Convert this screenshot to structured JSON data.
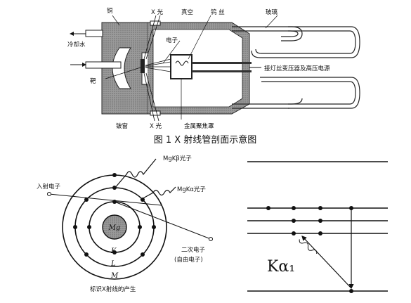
{
  "tube": {
    "label_copper": "铜",
    "label_xray_top": "X 光",
    "label_vacuum": "真空",
    "label_tungsten": "钨 丝",
    "label_glass": "玻璃",
    "label_cooling": "冷却水",
    "label_electron": "电子",
    "label_target": "靶",
    "label_supply": "接灯丝变压器及高压电源",
    "label_window": "铍窗",
    "label_xray_bottom": "X 光",
    "label_cup": "金属聚焦罩"
  },
  "caption": "图 1 X 射线管剖面示意图",
  "atom": {
    "photon1": "MgKβ光子",
    "photon2": "MgKα光子",
    "incident": "入射电子",
    "nucleus": "Mg",
    "shell_k": "K",
    "shell_l": "L",
    "shell_m": "M",
    "secondary_line1": "二次电子",
    "secondary_line2": "(自由电子)",
    "caption": "标识X射线的产生"
  },
  "levels": {
    "transition": "Kα₁"
  }
}
